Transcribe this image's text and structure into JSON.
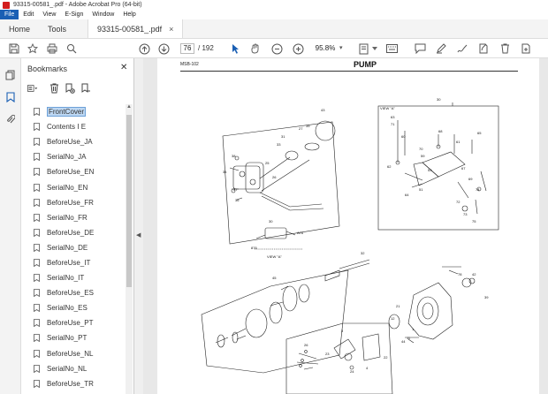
{
  "window": {
    "title": "93315-00581_.pdf - Adobe Acrobat Pro (64-bit)"
  },
  "menu": [
    "File",
    "Edit",
    "View",
    "E-Sign",
    "Window",
    "Help"
  ],
  "tabs": {
    "home": "Home",
    "tools": "Tools",
    "document": "93315-00581_.pdf",
    "close": "×"
  },
  "toolbar": {
    "page_current": "76",
    "page_total": "/ 192",
    "zoom": "95.8%",
    "zoom_arrow": "▾"
  },
  "bookmarks": {
    "title": "Bookmarks",
    "close": "✕",
    "items": [
      {
        "label": "FrontCover",
        "selected": true
      },
      {
        "label": "Contents I E"
      },
      {
        "label": "BeforeUse_JA"
      },
      {
        "label": "SerialNo_JA"
      },
      {
        "label": "BeforeUse_EN"
      },
      {
        "label": "SerialNo_EN"
      },
      {
        "label": "BeforeUse_FR"
      },
      {
        "label": "SerialNo_FR"
      },
      {
        "label": "BeforeUse_DE"
      },
      {
        "label": "SerialNo_DE"
      },
      {
        "label": "BeforeUse_IT"
      },
      {
        "label": "SerialNo_IT"
      },
      {
        "label": "BeforeUse_ES"
      },
      {
        "label": "SerialNo_ES"
      },
      {
        "label": "BeforeUse_PT"
      },
      {
        "label": "SerialNo_PT"
      },
      {
        "label": "BeforeUse_NL"
      },
      {
        "label": "SerialNo_NL"
      },
      {
        "label": "BeforeUse_TR"
      }
    ]
  },
  "document": {
    "code": "MSB-102",
    "title": "PUMP",
    "view_label": "VIEW \"A\"",
    "callouts": [
      "43",
      "27",
      "35",
      "31",
      "33",
      "38",
      "25",
      "34",
      "26",
      "37",
      "36",
      "30",
      "A76",
      "876",
      "45",
      "32",
      "42",
      "78",
      "39",
      "21",
      "12",
      "1",
      "11",
      "44",
      "23",
      "24",
      "26",
      "22",
      "3",
      "4",
      "30",
      "63",
      "71",
      "60",
      "62",
      "68",
      "51",
      "64",
      "72",
      "67",
      "69",
      "65",
      "73",
      "74",
      "75",
      "53",
      "61",
      "70",
      "59"
    ]
  },
  "colors": {
    "accent": "#1a5fb4",
    "selection": "#bdd7f2",
    "pdf_red": "#d21e1e"
  }
}
